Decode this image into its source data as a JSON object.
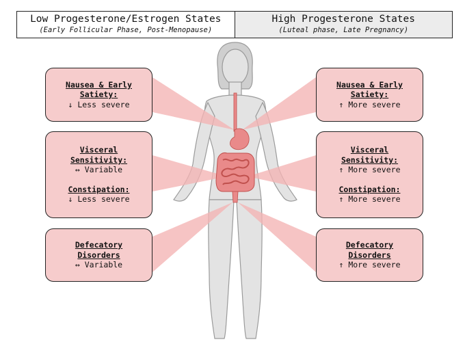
{
  "header": {
    "left_title": "Low Progesterone/Estrogen States",
    "left_subtitle": "(Early Follicular Phase, Post-Menopause)",
    "right_title": "High Progesterone States",
    "right_subtitle": "(Luteal phase, Late Pregnancy)"
  },
  "left_boxes": {
    "nausea": {
      "title_line1": "Nausea & Early",
      "title_line2": "Satiety:",
      "value": "↓ Less severe"
    },
    "visceral": {
      "title_line1": "Visceral",
      "title_line2": "Sensitivity:",
      "value": "↔ Variable",
      "constipation_title": "Constipation:",
      "constipation_value": "↓ Less severe"
    },
    "defecatory": {
      "title_line1": "Defecatory",
      "title_line2": "Disorders",
      "value": "↔ Variable"
    }
  },
  "right_boxes": {
    "nausea": {
      "title_line1": "Nausea & Early",
      "title_line2": "Satiety:",
      "value": "↑ More severe"
    },
    "visceral": {
      "title_line1": "Visceral",
      "title_line2": "Sensitivity:",
      "value": "↑ More severe",
      "constipation_title": "Constipation:",
      "constipation_value": "↑ More severe"
    },
    "defecatory": {
      "title_line1": "Defecatory",
      "title_line2": "Disorders",
      "value": "↑ More severe"
    }
  },
  "colors": {
    "box_fill": "#f6cccc",
    "ray": "#f4b4b4",
    "body_fill": "#e3e3e3",
    "organ": "#e98a8a",
    "right_header_bg": "#ececec"
  }
}
